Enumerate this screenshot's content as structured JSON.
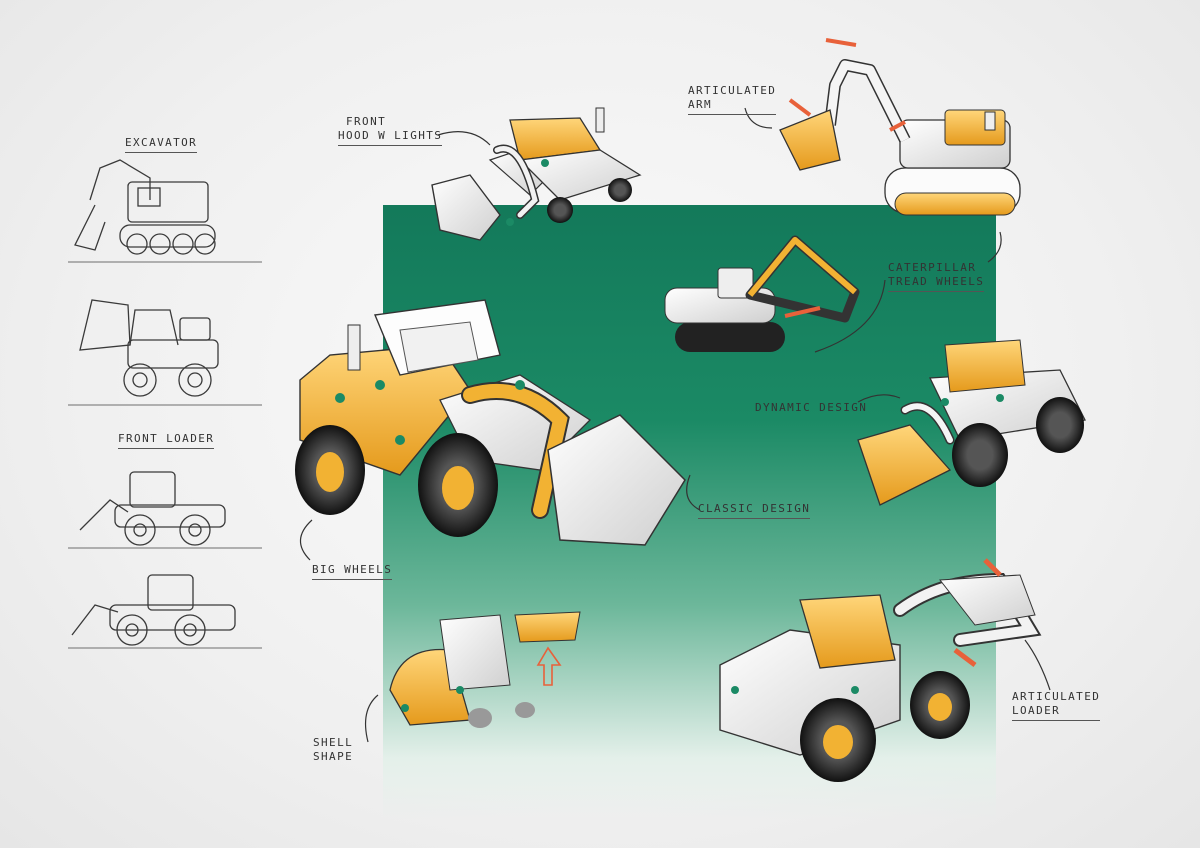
{
  "sheet": {
    "left_column": {
      "excavator_title": "Excavator",
      "front_loader_title": "Front Loader"
    },
    "annotations": {
      "front_hood_lights": [
        "Front",
        "Hood w lights"
      ],
      "articulated_arm": [
        "Articulated",
        "arm"
      ],
      "caterpillar_tread_wheels": [
        "Caterpillar",
        "tread wheels"
      ],
      "dynamic_design": "Dynamic design",
      "classic_design": "Classic design",
      "big_wheels": "Big wheels",
      "shell_shape": [
        "Shell",
        "shape"
      ],
      "articulated_loader": [
        "Articulated",
        "loader"
      ]
    },
    "colors": {
      "panel_green": "#13795a",
      "accent_yellow": "#f2b233",
      "arrow_orange": "#e8613a",
      "pencil": "#3a3a3a"
    }
  }
}
